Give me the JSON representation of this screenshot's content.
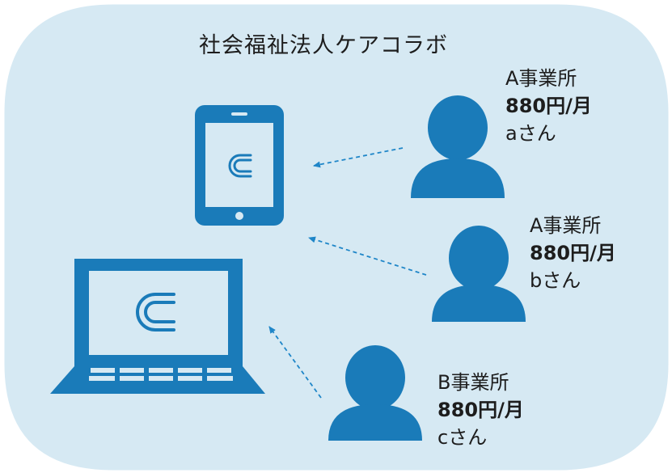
{
  "title": "社会福祉法人ケアコラボ",
  "colors": {
    "panel_fill": "#d6e9f3",
    "icon_blue": "#1a7bb9",
    "arrow_blue": "#1f86c8"
  },
  "icons": {
    "tablet": "tablet-icon",
    "laptop": "laptop-icon",
    "app_logo": "carecollabo-c-logo",
    "user": "person-icon"
  },
  "users": [
    {
      "office": "A事業所",
      "price": "880円/月",
      "person": "aさん"
    },
    {
      "office": "A事業所",
      "price": "880円/月",
      "person": "bさん"
    },
    {
      "office": "B事業所",
      "price": "880円/月",
      "person": "cさん"
    }
  ]
}
